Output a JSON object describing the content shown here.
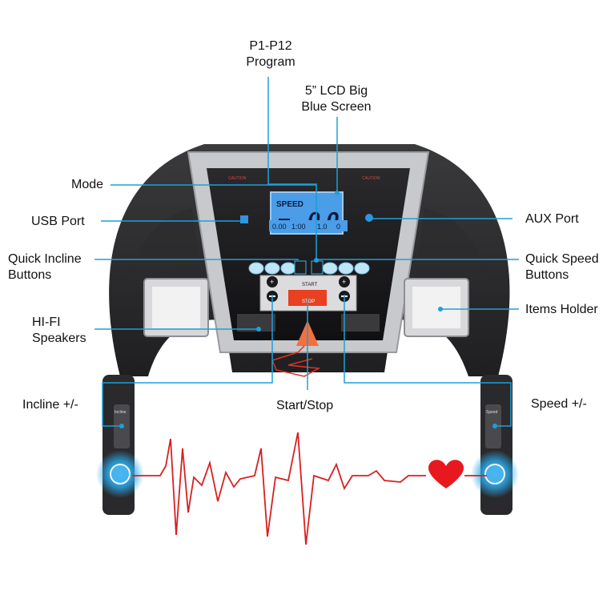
{
  "labels": {
    "program": [
      "P1-P12",
      "Program"
    ],
    "lcd": [
      "5” LCD Big",
      "Blue Screen"
    ],
    "mode": "Mode",
    "usb": "USB Port",
    "aux": "AUX Port",
    "quick_incline": [
      "Quick Incline",
      "Buttons"
    ],
    "quick_speed": [
      "Quick Speed",
      "Buttons"
    ],
    "items_holder": "Items Holder",
    "speakers": [
      "HI-FI",
      "Speakers"
    ],
    "incline": "Incline +/-",
    "start_stop": "Start/Stop",
    "speed": "Speed +/-"
  },
  "console": {
    "lcd_main_label": "SPEED",
    "lcd_main_value": "0.0",
    "lcd_small": [
      "0.00",
      "1:00",
      "1.0",
      "0"
    ],
    "caution_left": "CAUTION",
    "caution_right": "CAUTION",
    "start_label": "START",
    "stop_label": "STOP"
  },
  "handles": {
    "left": "Incline",
    "right": "Speed"
  },
  "icons": [
    "heart-icon",
    "pulse-sensor-icon",
    "plus-icon",
    "minus-icon"
  ],
  "colors": {
    "accent": "#1e9fd8",
    "lcd": "#3a8ee0",
    "heart": "#e8181e",
    "pulse_line": "#d82020",
    "stop_button": "#e84020"
  }
}
